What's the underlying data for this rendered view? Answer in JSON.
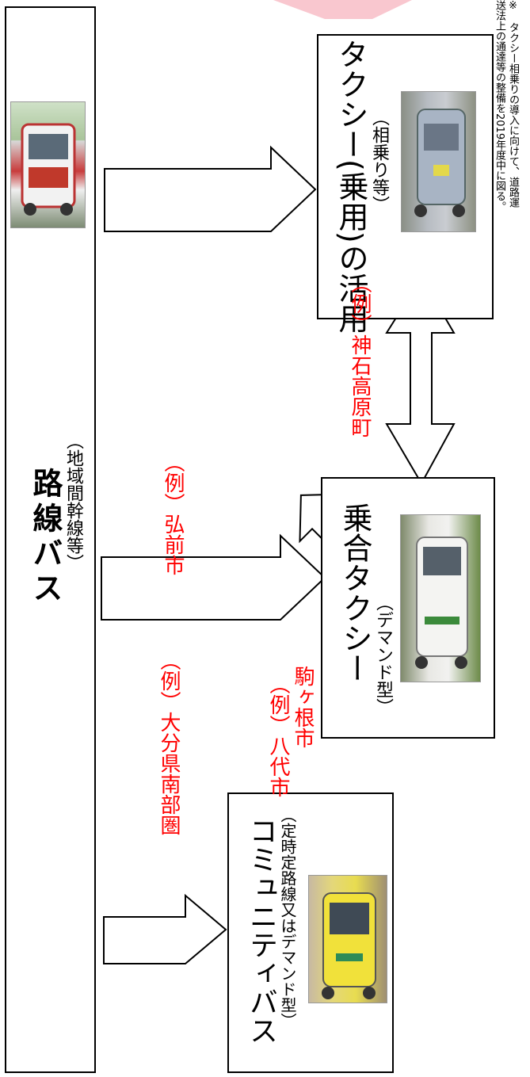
{
  "route_bus": {
    "title": "路線バス",
    "subtitle": "（地域間幹線等）"
  },
  "taxi_use": {
    "title": "タクシー(乗用)の活用",
    "subtitle": "（相乗り等）"
  },
  "shared_taxi": {
    "title": "乗合タクシー",
    "subtitle": "（デマンド型）"
  },
  "community_bus": {
    "title": "コミュニティバス",
    "subtitle": "（定時定路線又はデマンド型）"
  },
  "examples": {
    "hirosaki": "（例）弘前市",
    "kamiishi": "（例）神石高原町",
    "oita": "（例）大分県南部圏",
    "yashiro": "（例）八代市",
    "komagane": "駒ヶ根市"
  },
  "note": {
    "line1": "※　タクシー相乗りの導入に向けて、道路運",
    "line2": "送法上の通達等の整備を2019年度中に図る。"
  },
  "colors": {
    "example_text": "#ff0000",
    "top_arrow": "#f9c7cf"
  }
}
